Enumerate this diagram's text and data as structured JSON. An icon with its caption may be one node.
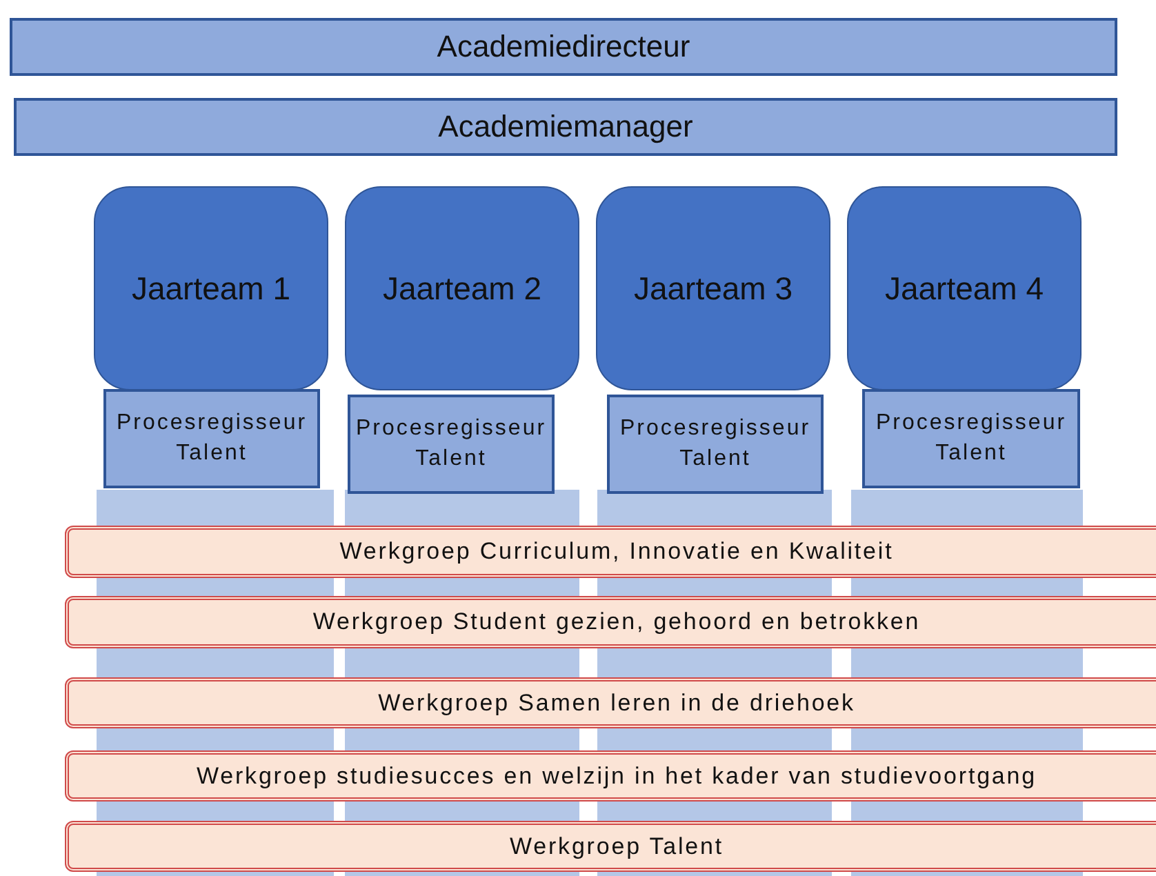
{
  "diagram": {
    "nodes": [
      {
        "text": [
          "Academiedirecteur"
        ]
      },
      {
        "text": [
          "Academiemanager"
        ]
      },
      {
        "text": [
          "Jaarteam 1"
        ]
      },
      {
        "text": [
          "Jaarteam 2"
        ]
      },
      {
        "text": [
          "Jaarteam 3"
        ]
      },
      {
        "text": [
          "Jaarteam 4"
        ]
      },
      {
        "text": [
          "Procesregisseur Talent"
        ]
      },
      {
        "text": [
          "Procesregisseur Talent"
        ]
      },
      {
        "text": [
          "Procesregisseur Talent"
        ]
      },
      {
        "text": [
          "Procesregisseur Talent"
        ]
      },
      {
        "text": [
          "Werkgroep Curriculum, Innovatie en Kwaliteit"
        ]
      },
      {
        "text": [
          "Werkgroep Student gezien, gehoord en betrokken"
        ]
      },
      {
        "text": [
          "Werkgroep Samen leren in de driehoek"
        ]
      },
      {
        "text": [
          "Werkgroep studiesucces en welzijn in het kader van studievoortgang"
        ]
      },
      {
        "text": [
          "Werkgroep Talent"
        ]
      }
    ]
  }
}
